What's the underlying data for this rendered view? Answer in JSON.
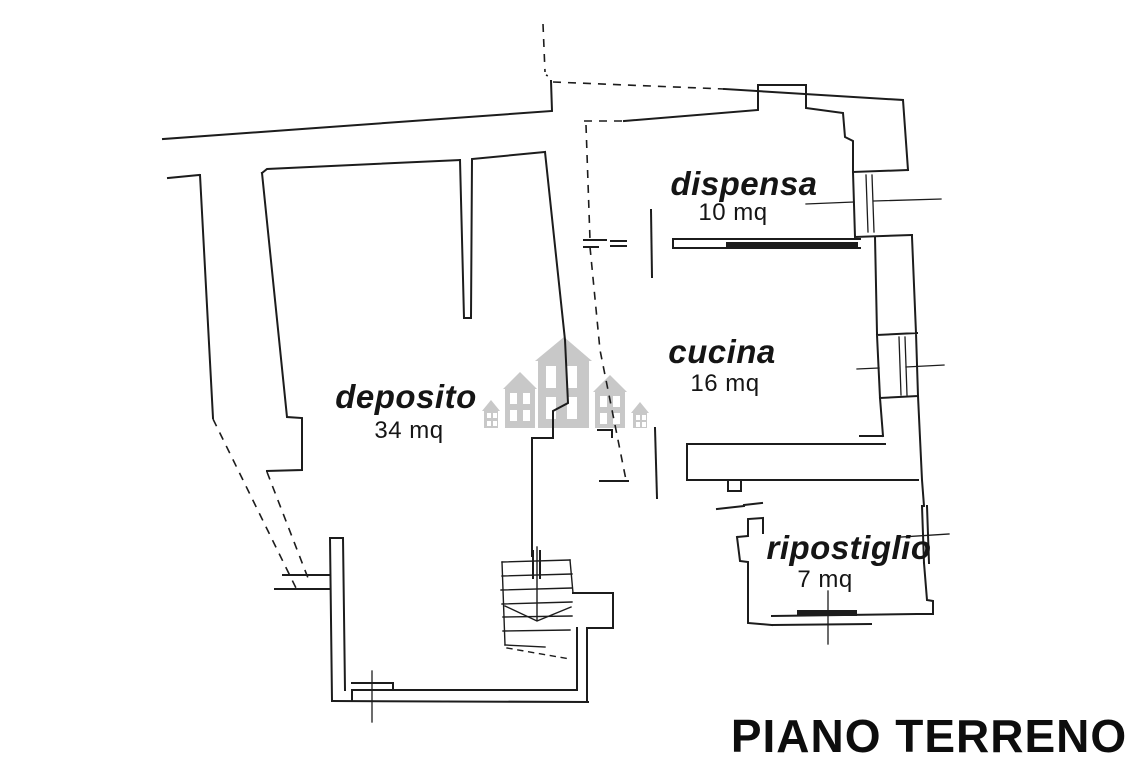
{
  "page": {
    "background_color": "#ffffff",
    "line_color": "#1c1c1c",
    "watermark_color": "#c8c8c8"
  },
  "floor_plan": {
    "title": "PIANO TERRENO",
    "rooms": [
      {
        "name": "dispensa",
        "area": "10 mq"
      },
      {
        "name": "cucina",
        "area": "16 mq"
      },
      {
        "name": "deposito",
        "area": "34 mq"
      },
      {
        "name": "ripostiglio",
        "area": "7 mq"
      }
    ],
    "watermark": {
      "icon": "houses-icon",
      "house_count": 5
    }
  }
}
